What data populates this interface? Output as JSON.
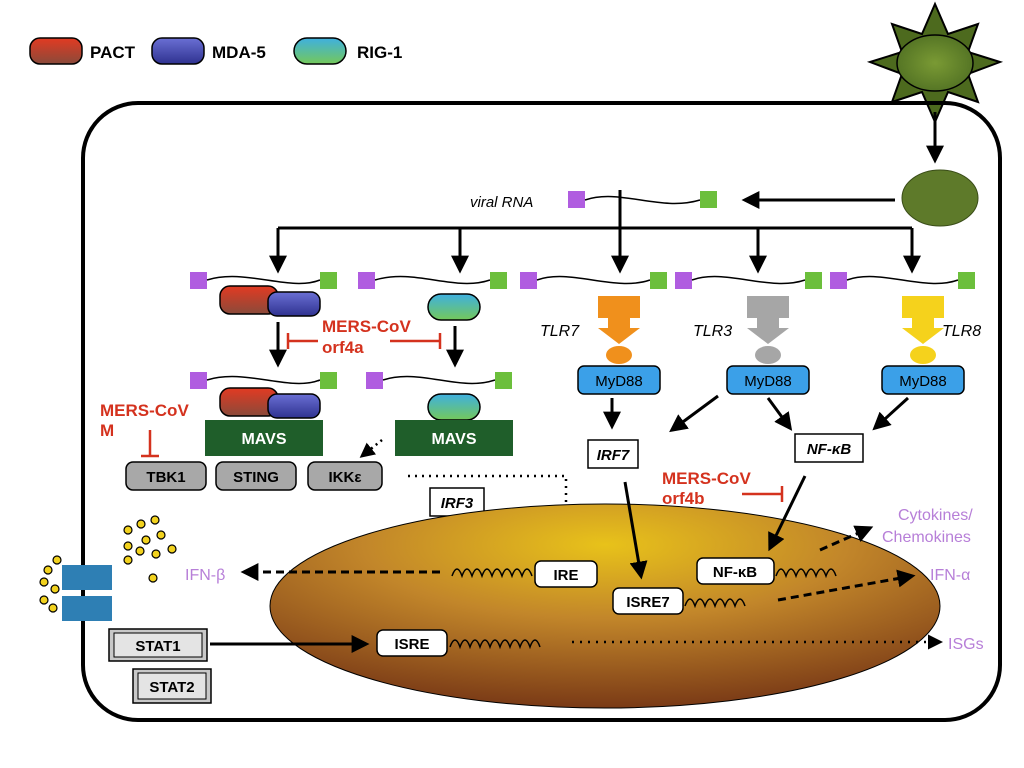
{
  "legend": {
    "pact": "PACT",
    "mda5": "MDA-5",
    "rig1": "RIG-1"
  },
  "viral_rna": "viral RNA",
  "mers_cov": "MERS-CoV",
  "orf4a": "orf4a",
  "orf4b": "orf4b",
  "m": "M",
  "mavs": "MAVS",
  "tbk1": "TBK1",
  "sting": "STING",
  "ikke": "IKKε",
  "irf3": "IRF3",
  "irf7": "IRF7",
  "nfkb_italic": "NF-κB",
  "nfkb": "NF-κB",
  "tlr7": "TLR7",
  "tlr3": "TLR3",
  "tlr8": "TLR8",
  "myd88": "MyD88",
  "cytokines": "Cytokines/",
  "chemokines": "Chemokines",
  "ifn_alpha": "IFN-α",
  "ifn_beta": "IFN-β",
  "isgs": "ISGs",
  "ire": "IRE",
  "isre7": "ISRE7",
  "isre": "ISRE",
  "stat1": "STAT1",
  "stat2": "STAT2",
  "colors": {
    "pact": "#d33a26",
    "mda5": "#3e42a8",
    "rig1_top": "#44b3d6",
    "rig1_bottom": "#6cc36c",
    "mavs": "#1f5e2a",
    "mers_red": "#d4321e",
    "purple_label": "#b77fd8",
    "myd88": "#3ba0e8",
    "tlr7": "#f0901c",
    "tlr3": "#a6a6a6",
    "tlr8": "#f5d21c",
    "virus": "#6b8a2e"
  }
}
